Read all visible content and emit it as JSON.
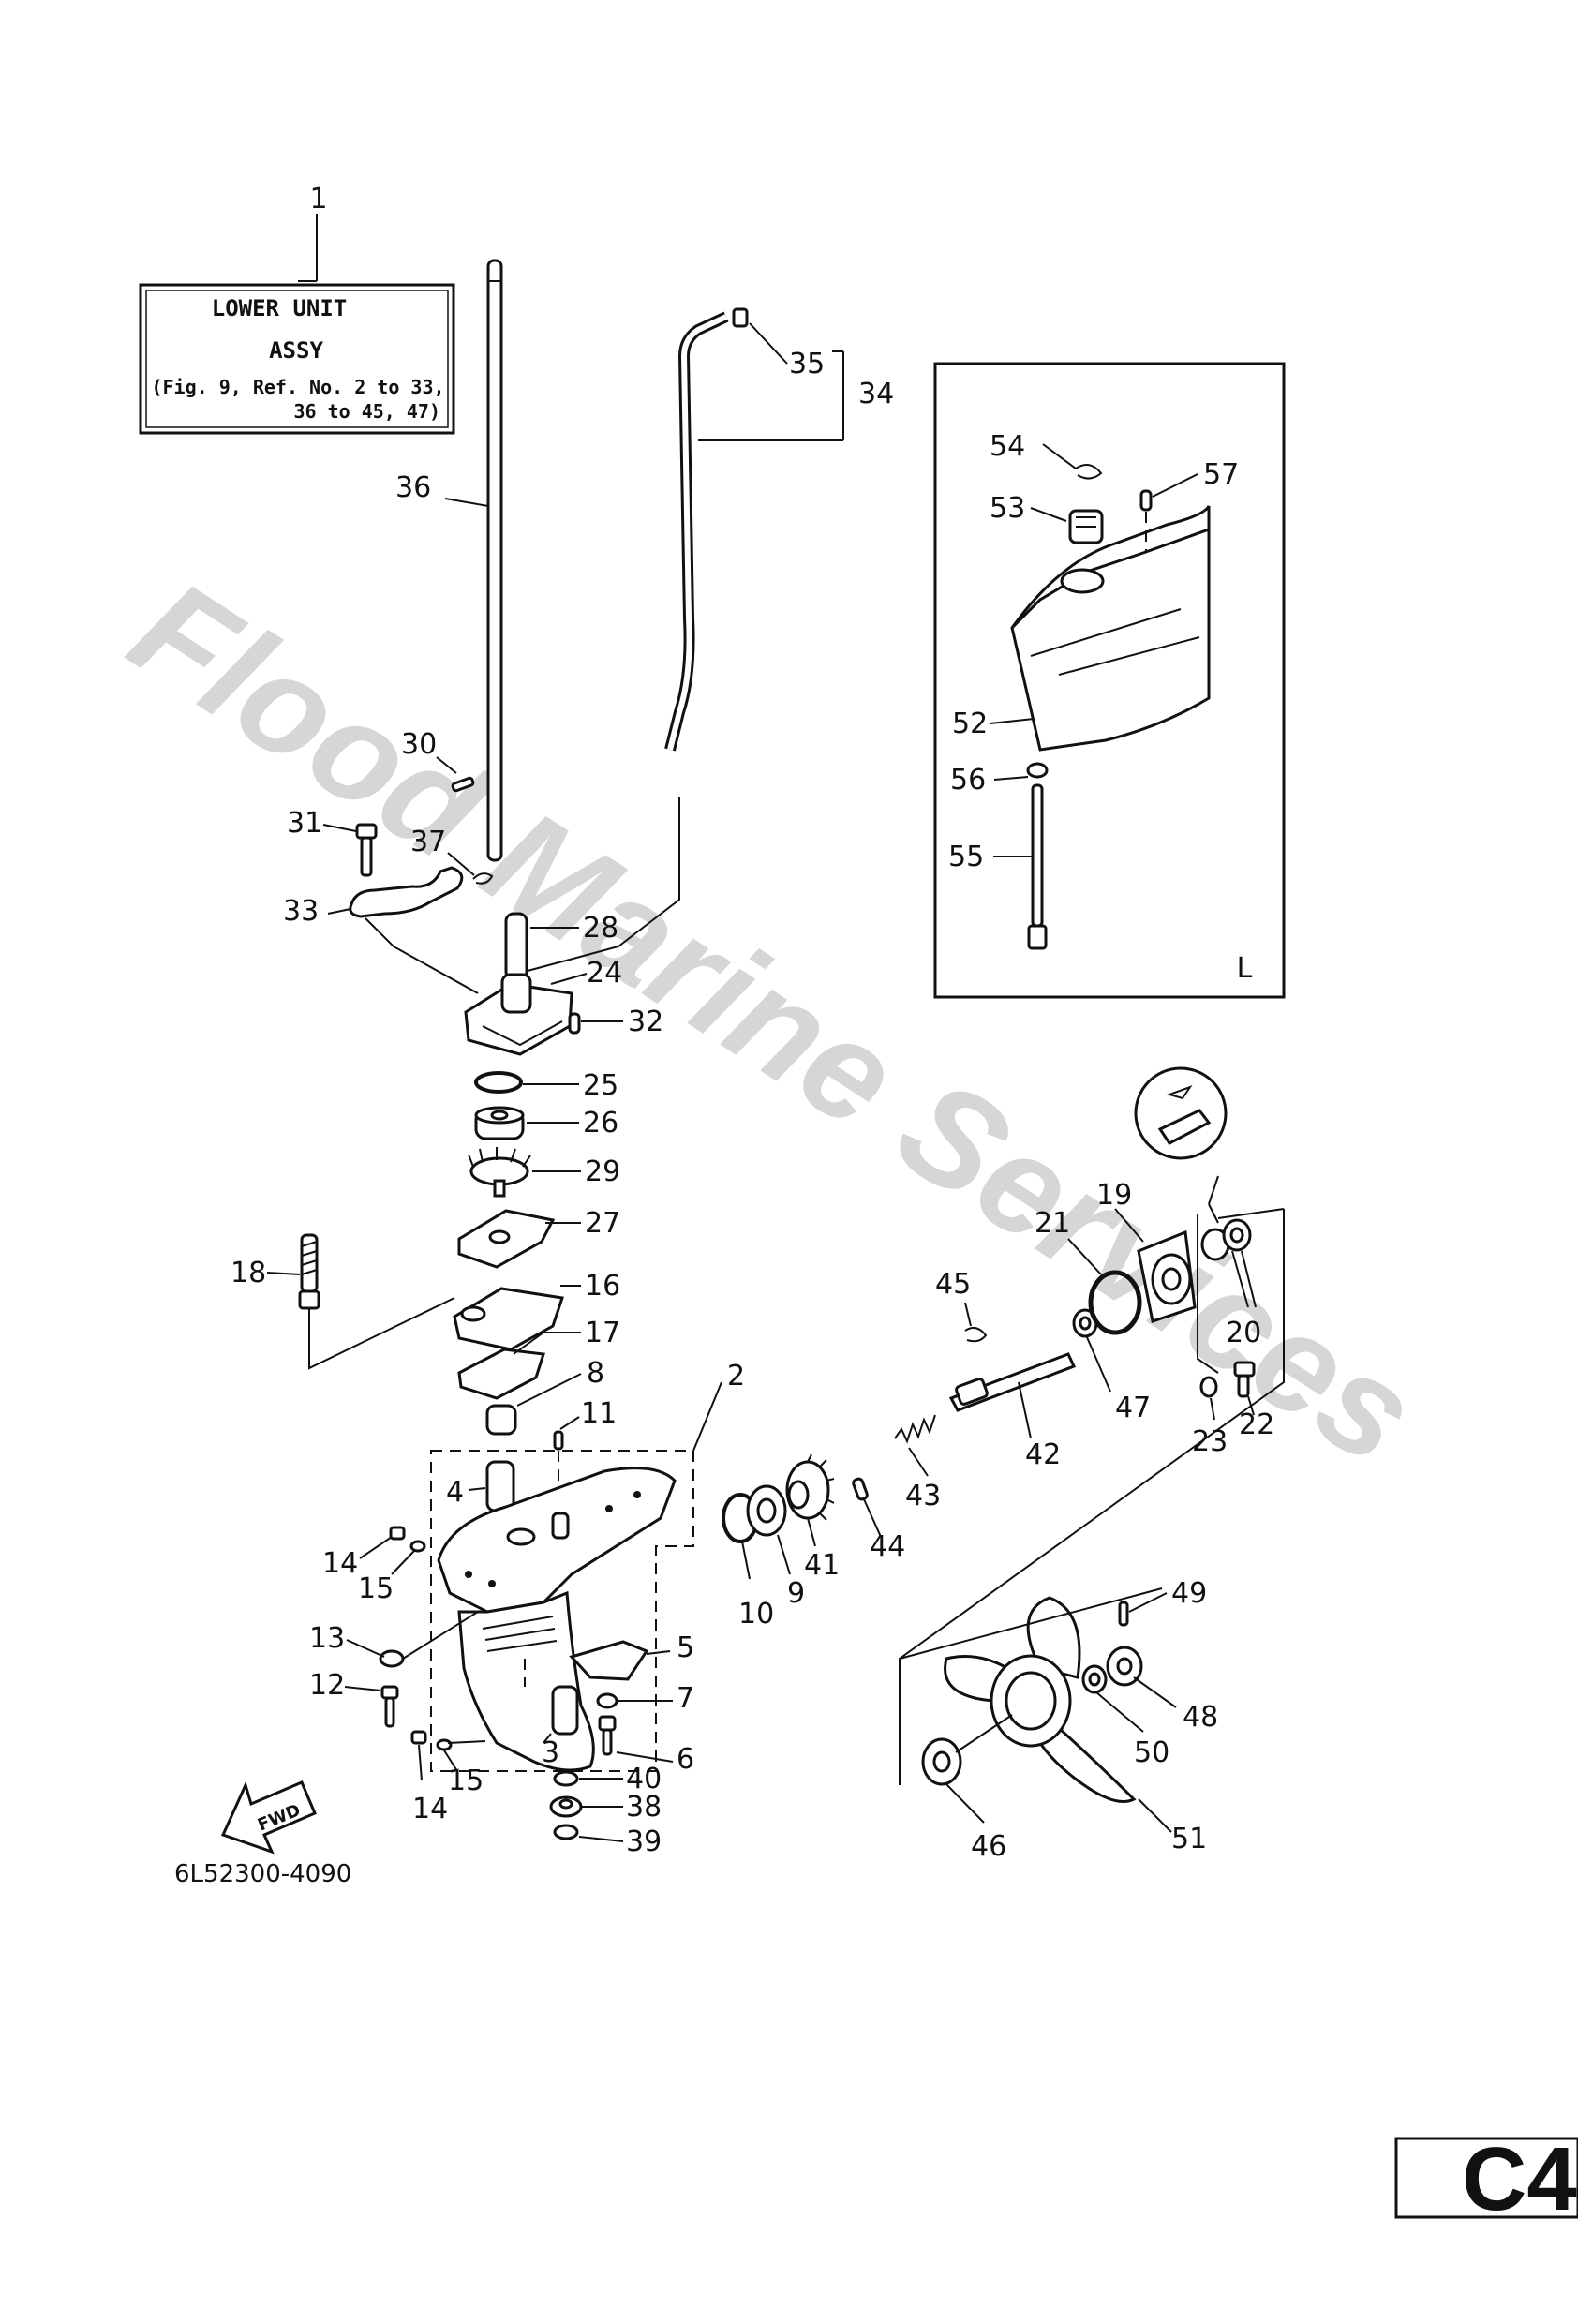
{
  "watermark": "Flood Marine Services",
  "title_box": {
    "line1": "LOWER UNIT",
    "line2": "ASSY",
    "line3": "(Fig. 9, Ref. No. 2 to 33,",
    "line4": "36 to 45, 47)"
  },
  "title_ref": "1",
  "inset_label": "L",
  "fwd_label": "FWD",
  "catalog_code": "6L52300-4090",
  "page_code": "C4",
  "callouts": {
    "c2": "2",
    "c3": "3",
    "c4": "4",
    "c5": "5",
    "c6": "6",
    "c7": "7",
    "c8": "8",
    "c9": "9",
    "c10": "10",
    "c11": "11",
    "c12": "12",
    "c13": "13",
    "c14a": "14",
    "c14b": "14",
    "c15a": "15",
    "c15b": "15",
    "c16": "16",
    "c17": "17",
    "c18": "18",
    "c19": "19",
    "c20": "20",
    "c21": "21",
    "c22": "22",
    "c23": "23",
    "c24": "24",
    "c25": "25",
    "c26": "26",
    "c27": "27",
    "c28": "28",
    "c29": "29",
    "c30": "30",
    "c31": "31",
    "c32": "32",
    "c33": "33",
    "c34": "34",
    "c35": "35",
    "c36": "36",
    "c37": "37",
    "c38": "38",
    "c39": "39",
    "c40": "40",
    "c41": "41",
    "c42": "42",
    "c43": "43",
    "c44": "44",
    "c45": "45",
    "c46": "46",
    "c47": "47",
    "c48": "48",
    "c49": "49",
    "c50": "50",
    "c51": "51",
    "c52": "52",
    "c53": "53",
    "c54": "54",
    "c55": "55",
    "c56": "56",
    "c57": "57"
  }
}
